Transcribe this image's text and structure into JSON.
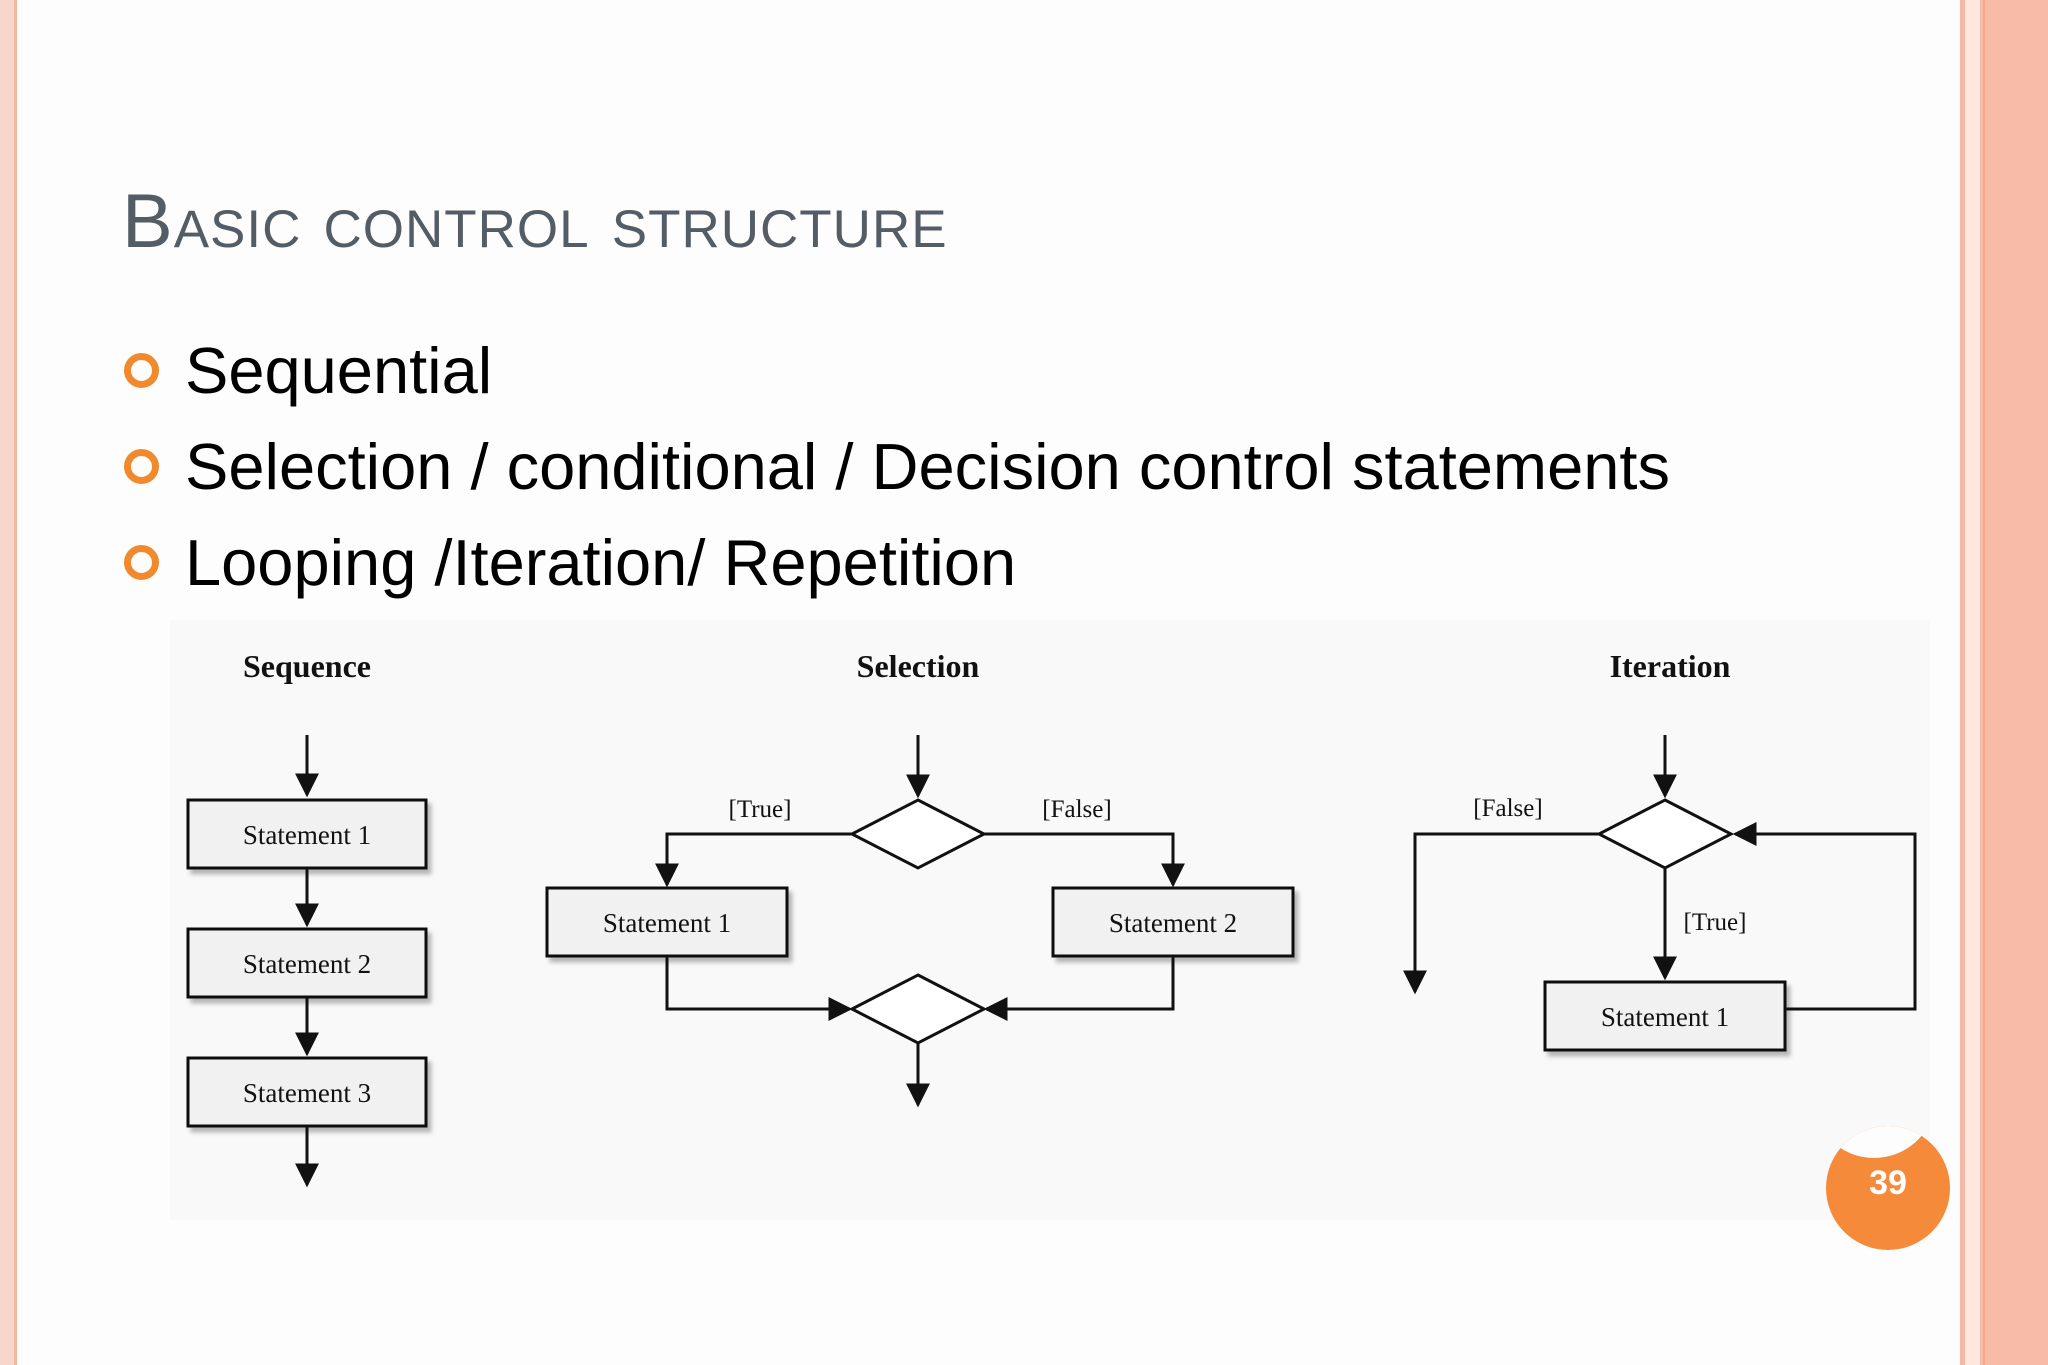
{
  "slide": {
    "title": "Basic control structure",
    "bullets": [
      "Sequential",
      "Selection / conditional / Decision control statements",
      "Looping /Iteration/ Repetition"
    ],
    "page_number": "39"
  },
  "diagram": {
    "sequence": {
      "heading": "Sequence",
      "statements": [
        "Statement 1",
        "Statement 2",
        "Statement 3"
      ]
    },
    "selection": {
      "heading": "Selection",
      "true_label": "[True]",
      "false_label": "[False]",
      "statement1": "Statement 1",
      "statement2": "Statement 2"
    },
    "iteration": {
      "heading": "Iteration",
      "false_label": "[False]",
      "true_label": "[True]",
      "statement1": "Statement 1"
    }
  },
  "colors": {
    "bullet": "#f08a2c",
    "title": "#545c66",
    "badge": "#f58a3b",
    "accent_band": "#f6bca7"
  }
}
